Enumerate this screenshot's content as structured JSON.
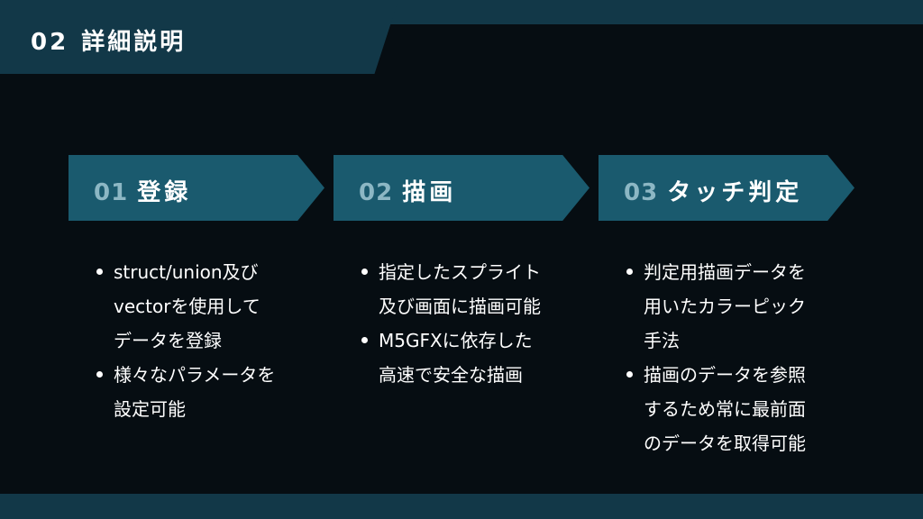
{
  "header": {
    "number": "02",
    "title": "詳細説明"
  },
  "steps": [
    {
      "number": "01",
      "title": "登録",
      "bullets": [
        [
          "struct/union及び",
          "vectorを使用して",
          "データを登録"
        ],
        [
          "様々なパラメータを",
          "設定可能"
        ]
      ]
    },
    {
      "number": "02",
      "title": "描画",
      "bullets": [
        [
          "指定したスプライト",
          "及び画面に描画可能"
        ],
        [
          "M5GFXに依存した",
          "高速で安全な描画"
        ]
      ]
    },
    {
      "number": "03",
      "title": "タッチ判定",
      "bullets": [
        [
          "判定用描画データを",
          "用いたカラーピック",
          "手法"
        ],
        [
          "描画のデータを参照",
          "するため常に最前面",
          "のデータを取得可能"
        ]
      ]
    }
  ],
  "colors": {
    "background": "#060d12",
    "header": "#123848",
    "step": "#1a5a6e",
    "step_number": "#8cb7c4"
  }
}
